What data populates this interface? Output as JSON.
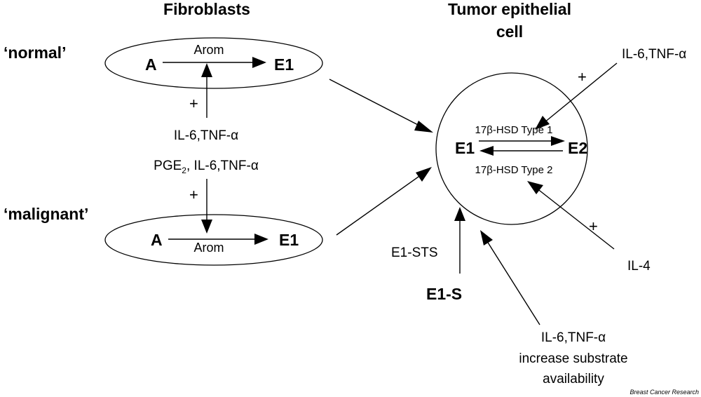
{
  "fibroblasts_title": "Fibroblasts",
  "tumor_title_line1": "Tumor epithelial",
  "tumor_title_line2": "cell",
  "normal": {
    "label": "‘normal’",
    "substrate": "A",
    "enzyme": "Arom",
    "product": "E1",
    "plus": "+",
    "stimulus": "IL-6,TNF-α"
  },
  "malignant": {
    "label": "‘malignant’",
    "substrate": "A",
    "enzyme": "Arom",
    "product": "E1",
    "plus": "+",
    "stimulus_pge": "PGE",
    "stimulus_pge_sub": "2",
    "stimulus_rest": ", IL-6,TNF-α"
  },
  "tumor": {
    "enzyme1": "17β-HSD Type 1",
    "enzyme2": "17β-HSD Type 2",
    "left": "E1",
    "right": "E2"
  },
  "inputs": {
    "top_right_stimulus": "IL-6,TNF-α",
    "top_right_plus": "+",
    "il4": "IL-4",
    "il4_plus": "+",
    "sts": "E1-STS",
    "e1s": "E1-S",
    "substrate_line1": "IL-6,TNF-α",
    "substrate_line2": "increase substrate",
    "substrate_line3": "availability"
  },
  "credit": "Breast Cancer Research"
}
